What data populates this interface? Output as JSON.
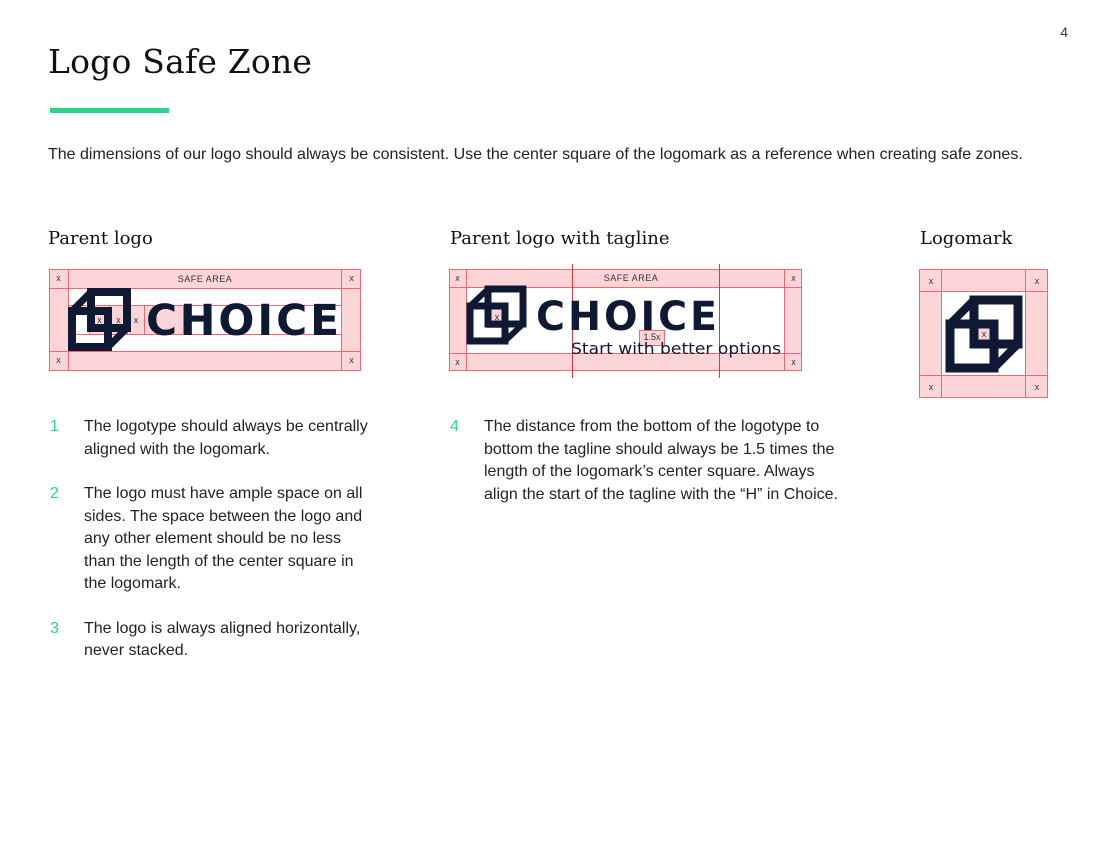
{
  "page_number": "4",
  "title": "Logo Safe Zone",
  "intro": "The dimensions of our logo should always be consistent. Use the center square of the logomark as a reference when creating safe zones.",
  "sections": {
    "parent_logo": {
      "heading": "Parent logo"
    },
    "parent_logo_tagline": {
      "heading": "Parent logo with tagline"
    },
    "logomark": {
      "heading": "Logomark"
    }
  },
  "diagram_labels": {
    "safe_area": "SAFE AREA",
    "unit": "x",
    "ratio": "1.5x",
    "wordmark": "CHOICE",
    "tagline": "Start with better options"
  },
  "colors": {
    "accent": "#2bd48a",
    "navy": "#101934",
    "safe_fill": "#fcd5d8",
    "safe_line": "#f2676f"
  },
  "notes_left": [
    {
      "num": "1",
      "text": "The logotype should always be centrally aligned with the logomark."
    },
    {
      "num": "2",
      "text": "The logo must have ample space on all sides. The space between the logo and any other element should be no less than the length of the center square in the logomark."
    },
    {
      "num": "3",
      "text": "The logo is always aligned horizontally, never stacked."
    }
  ],
  "notes_middle": [
    {
      "num": "4",
      "text": "The distance from the bottom of the logotype to bottom the tagline should always be 1.5 times the length of the logomark’s center square. Always align the start of the tagline with the “H” in Choice."
    }
  ]
}
